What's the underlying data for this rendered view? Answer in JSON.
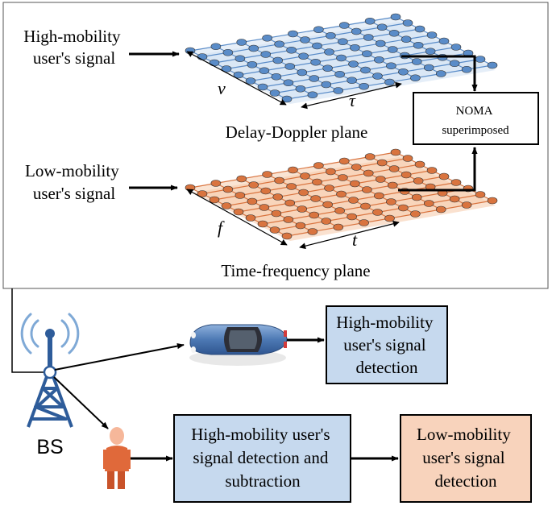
{
  "top_panel": {
    "high_mobility_input": [
      "High-mobility",
      "user's signal"
    ],
    "low_mobility_input": [
      "Low-mobility",
      "user's signal"
    ],
    "delay_doppler_caption": "Delay-Doppler plane",
    "time_frequency_caption": "Time-frequency plane",
    "dd_axis_left": "v",
    "dd_axis_right": "τ",
    "tf_axis_left": "f",
    "tf_axis_right": "t",
    "noma_box": [
      "NOMA",
      "superimposed"
    ]
  },
  "bottom": {
    "bs_label": "BS",
    "high_detection_box": [
      "High-mobility",
      "user's signal",
      "detection"
    ],
    "sic_box": [
      "High-mobility user's",
      "signal detection and",
      "subtraction"
    ],
    "low_detection_box": [
      "Low-mobility",
      "user's signal",
      "detection"
    ]
  },
  "colors": {
    "dd_grid_node": "#5a8cc8",
    "dd_grid_fill": "#cfe0f2",
    "tf_grid_node": "#d9743f",
    "tf_grid_fill": "#f6c9a8",
    "blue_box": "#c6d9ee",
    "orange_box": "#f8d3bc",
    "car_body": "#4d79b4",
    "person": "#e0693a"
  }
}
